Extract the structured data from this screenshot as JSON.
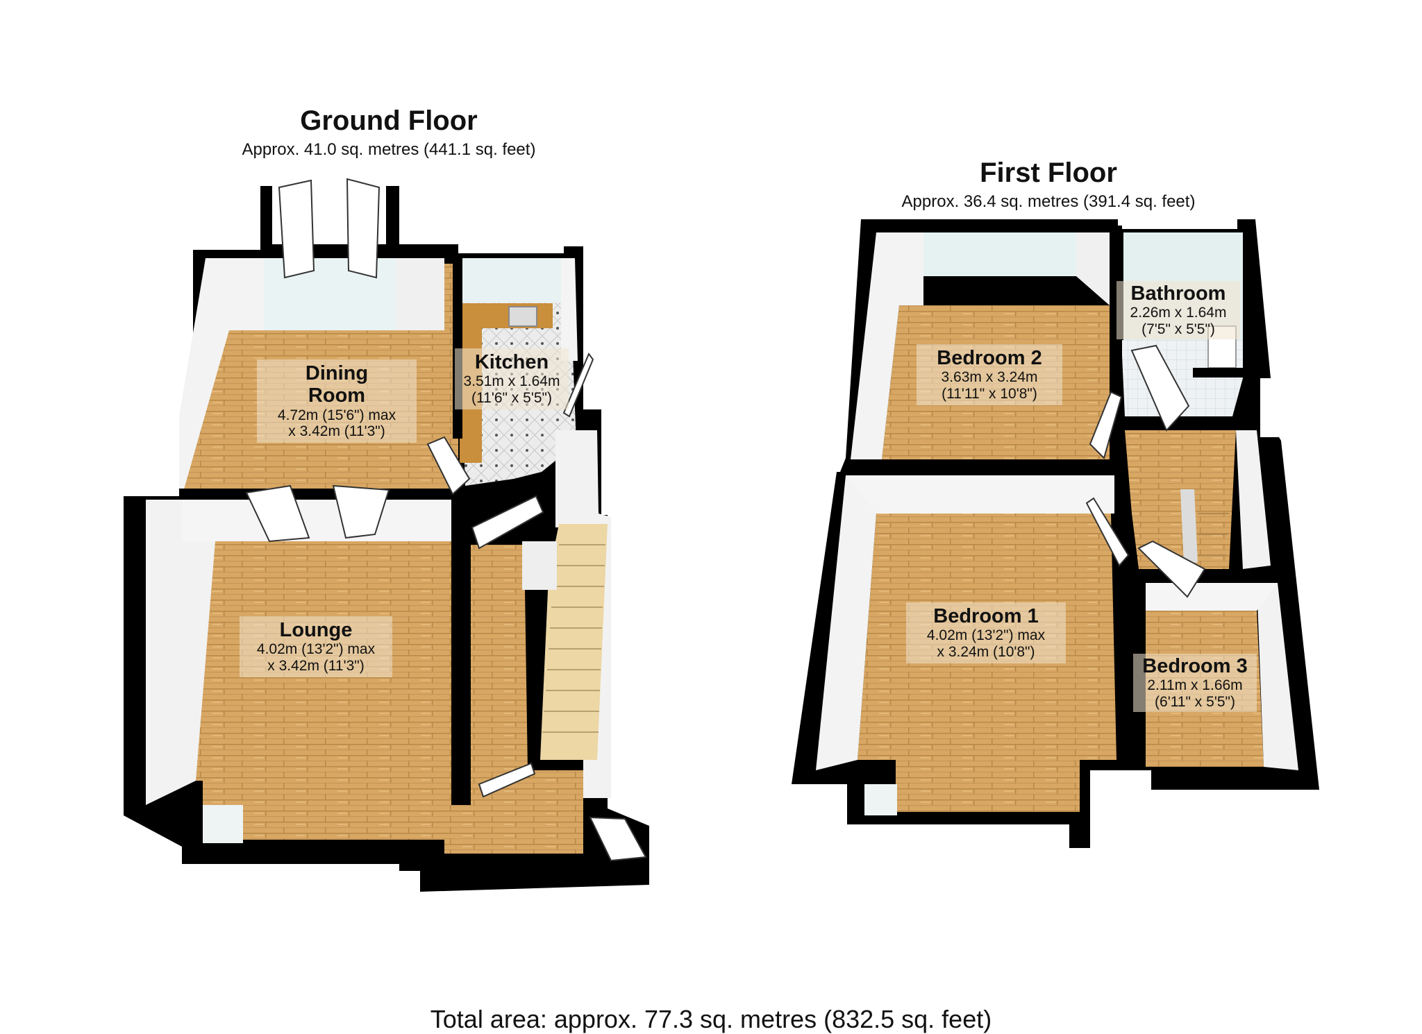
{
  "ground_floor": {
    "title": "Ground Floor",
    "area": "Approx. 41.0 sq. metres (441.1 sq. feet)",
    "rooms": {
      "dining_room": {
        "name": "Dining\nRoom",
        "dims": "4.72m (15'6\") max\nx 3.42m (11'3\")"
      },
      "kitchen": {
        "name": "Kitchen",
        "dims": "3.51m x 1.64m\n(11'6\" x 5'5\")"
      },
      "lounge": {
        "name": "Lounge",
        "dims": "4.02m (13'2\") max\nx 3.42m (11'3\")"
      }
    }
  },
  "first_floor": {
    "title": "First Floor",
    "area": "Approx. 36.4 sq. metres (391.4 sq. feet)",
    "rooms": {
      "bathroom": {
        "name": "Bathroom",
        "dims": "2.26m x 1.64m\n(7'5\" x 5'5\")"
      },
      "bedroom_2": {
        "name": "Bedroom 2",
        "dims": "3.63m x 3.24m\n(11'11\" x 10'8\")"
      },
      "bedroom_1": {
        "name": "Bedroom 1",
        "dims": "4.02m (13'2\") max\nx 3.24m (10'8\")"
      },
      "bedroom_3": {
        "name": "Bedroom 3",
        "dims": "2.11m x 1.66m\n(6'11\" x 5'5\")"
      }
    }
  },
  "total_area": "Total area: approx. 77.3 sq. metres (832.5 sq. feet)",
  "colors": {
    "wall": "#000000",
    "wood": "#d9a865",
    "tile": "#e6e6e6",
    "wall_face": "#f4f4f4"
  }
}
